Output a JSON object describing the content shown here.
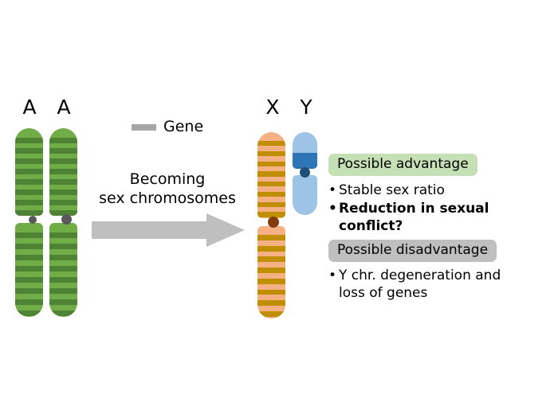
{
  "diagram": {
    "title_absent": true,
    "left_panel": {
      "chromosome_labels": [
        "A",
        "A"
      ],
      "chromosomes": [
        {
          "name": "autosome-1",
          "label": "A",
          "base_color": "#70ad47",
          "band_color": "#4e8234",
          "centromere_color": "#595959",
          "band_count_top": 8,
          "band_count_bottom": 8
        },
        {
          "name": "autosome-2",
          "label": "A",
          "base_color": "#70ad47",
          "band_color": "#4e8234",
          "centromere_color": "#595959",
          "band_count_top": 8,
          "band_count_bottom": 8
        }
      ]
    },
    "legend": {
      "swatch_name": "gene-bar-swatch",
      "swatch_color": "#a6a6a6",
      "label": "Gene"
    },
    "transition": {
      "caption_line1": "Becoming",
      "caption_line2": "sex chromosomes",
      "arrow_color": "#bfbfbf",
      "arrow_direction": "right"
    },
    "right_panel": {
      "chromosome_labels": [
        "X",
        "Y"
      ],
      "chromosomes": [
        {
          "name": "x-chromosome",
          "label": "X",
          "base_color": "#f5b183",
          "band_color": "#bf8f00",
          "centromere_color": "#843c0c",
          "band_count_top": 8,
          "band_count_bottom": 8
        },
        {
          "name": "y-chromosome",
          "label": "Y",
          "base_color": "#9dc3e6",
          "band_color": "#2e75b6",
          "centromere_color": "#1f4e79",
          "band_count_top": 1,
          "band_count_bottom": 0
        }
      ]
    },
    "advantage": {
      "badge_label": "Possible advantage",
      "badge_color": "#c5e0b4",
      "items": [
        {
          "text": "Stable sex ratio",
          "bold": false
        },
        {
          "text": "Reduction in sexual conflict?",
          "bold": true
        }
      ]
    },
    "disadvantage": {
      "badge_label": "Possible disadvantage",
      "badge_color": "#bfbfbf",
      "items": [
        {
          "text": "Y chr. degeneration and\nloss of genes",
          "bold": false
        }
      ]
    }
  }
}
